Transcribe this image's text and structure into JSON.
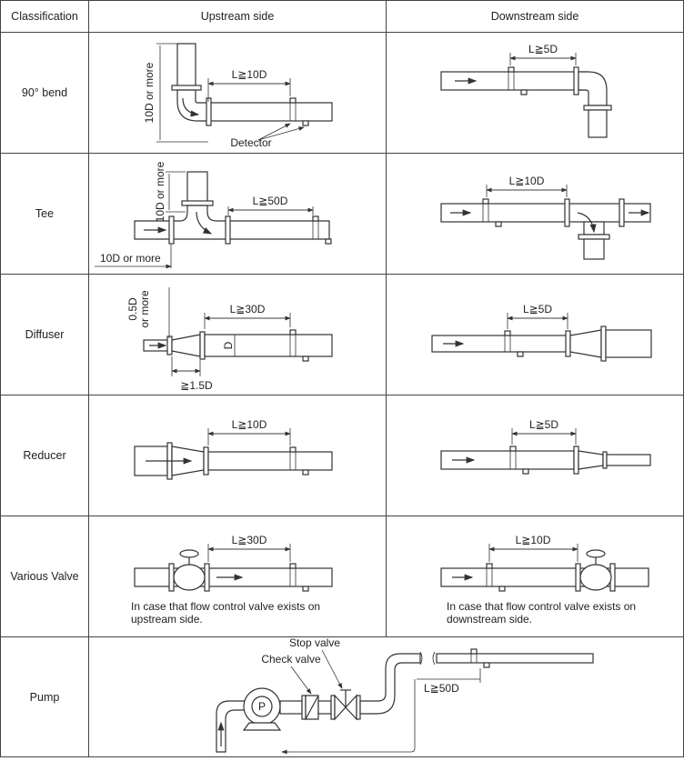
{
  "headers": {
    "classification": "Classification",
    "upstream": "Upstream side",
    "downstream": "Downstream side"
  },
  "rows": {
    "bend": {
      "label": "90° bend",
      "up_dim": "L≧10D",
      "up_vert": "10D or more",
      "up_detector": "Detector",
      "down_dim": "L≧5D"
    },
    "tee": {
      "label": "Tee",
      "up_dim": "L≧50D",
      "up_vert": "10D or more",
      "up_horiz": "10D or more",
      "down_dim": "L≧10D"
    },
    "diffuser": {
      "label": "Diffuser",
      "up_dim": "L≧30D",
      "up_vert_a": "0.5D",
      "up_vert_b": "or more",
      "up_d": "D",
      "up_horiz": "≧1.5D",
      "down_dim": "L≧5D"
    },
    "reducer": {
      "label": "Reducer",
      "up_dim": "L≧10D",
      "down_dim": "L≧5D"
    },
    "valve": {
      "label": "Various Valve",
      "up_dim": "L≧30D",
      "up_note": "In case that flow control valve exists on upstream side.",
      "down_dim": "L≧10D",
      "down_note": "In case that flow control valve exists on downstream side."
    },
    "pump": {
      "label": "Pump",
      "stop_valve": "Stop valve",
      "check_valve": "Check valve",
      "pump_symbol": "P",
      "dim": "L≧50D"
    }
  }
}
